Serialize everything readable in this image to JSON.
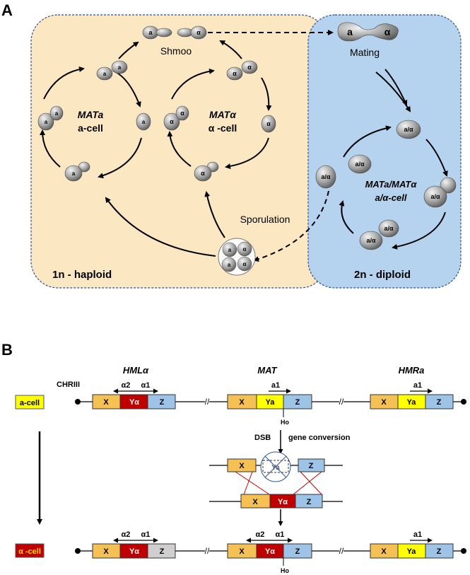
{
  "panel_a": {
    "letter": "A",
    "haploid_region_label": "1n - haploid",
    "diploid_region_label": "2n - diploid",
    "shmoo_label": "Shmoo",
    "mating_label": "Mating",
    "sporulation_label": "Sporulation",
    "mata_cycle": {
      "line1": "MATa",
      "line2": "a-cell",
      "cell_letter": "a"
    },
    "matalpha_cycle": {
      "line1": "MATα",
      "line2": "α -cell",
      "cell_letter": "α"
    },
    "diploid_cycle": {
      "line1": "MATa/MATα",
      "line2": "a/α-cell",
      "cell_letter": "a/α"
    },
    "colors": {
      "haploid_bg": "#fbe8c3",
      "diploid_bg": "#b5d3ee",
      "border": "#2f4f8f"
    }
  },
  "panel_b": {
    "letter": "B",
    "chromosome_label": "CHRIII",
    "a_cell_label": "a-cell",
    "alpha_cell_label": "α -cell",
    "loci": {
      "hml": "HMLα",
      "mat": "MAT",
      "hmr": "HMRa"
    },
    "genes": {
      "alpha2": "α2",
      "alpha1": "α1",
      "a1": "a1"
    },
    "boxes": {
      "x": "X",
      "ya": "Ya",
      "yalpha": "Yα",
      "z": "Z"
    },
    "ho_label": "Ho",
    "dsb_label": "DSB",
    "gene_conversion_label": "gene conversion",
    "colors": {
      "x": "#f5c155",
      "ya": "#ffff00",
      "yalpha": "#c00000",
      "z": "#9dc3e6",
      "z_silenced": "#d0cece"
    }
  }
}
